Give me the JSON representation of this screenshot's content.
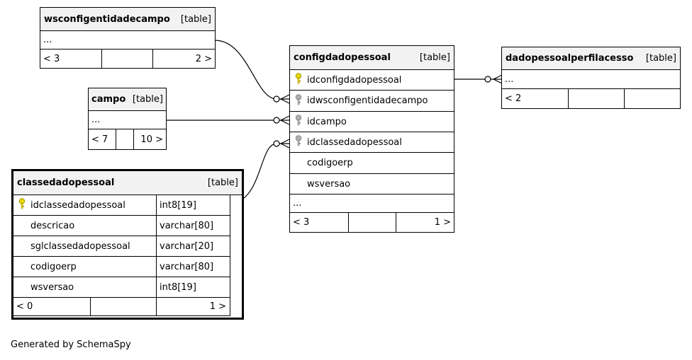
{
  "tables": {
    "wsconfig": {
      "name": "wsconfigentidadecampo",
      "kind": "[table]",
      "rows": [
        "..."
      ],
      "footer": {
        "left": "< 3",
        "right": "2 >"
      }
    },
    "campo": {
      "name": "campo",
      "kind": "[table]",
      "rows": [
        "..."
      ],
      "footer": {
        "left": "< 7",
        "right": "10 >"
      }
    },
    "classe": {
      "name": "classedadopessoal",
      "kind": "[table]",
      "columns": [
        {
          "name": "idclassedadopessoal",
          "type": "int8[19]",
          "key": "primary"
        },
        {
          "name": "descricao",
          "type": "varchar[80]",
          "key": ""
        },
        {
          "name": "sglclassedadopessoal",
          "type": "varchar[20]",
          "key": ""
        },
        {
          "name": "codigoerp",
          "type": "varchar[80]",
          "key": ""
        },
        {
          "name": "wsversao",
          "type": "int8[19]",
          "key": ""
        }
      ],
      "footer": {
        "left": "< 0",
        "right": "1 >"
      }
    },
    "configdado": {
      "name": "configdadopessoal",
      "kind": "[table]",
      "columns": [
        {
          "name": "idconfigdadopessoal",
          "key": "primary"
        },
        {
          "name": "idwsconfigentidadecampo",
          "key": "foreign"
        },
        {
          "name": "idcampo",
          "key": "foreign"
        },
        {
          "name": "idclassedadopessoal",
          "key": "foreign"
        },
        {
          "name": "codigoerp",
          "key": ""
        },
        {
          "name": "wsversao",
          "key": ""
        },
        {
          "name": "...",
          "key": ""
        }
      ],
      "footer": {
        "left": "< 3",
        "right": "1 >"
      }
    },
    "perfil": {
      "name": "dadopessoalperfilacesso",
      "kind": "[table]",
      "rows": [
        "..."
      ],
      "footer": {
        "left": "< 2",
        "right": ""
      }
    }
  },
  "colors": {
    "primary_key": "#e8d800",
    "foreign_key": "#b0b0b0",
    "header_bg": "#f2f2f2"
  },
  "caption": "Generated by SchemaSpy"
}
